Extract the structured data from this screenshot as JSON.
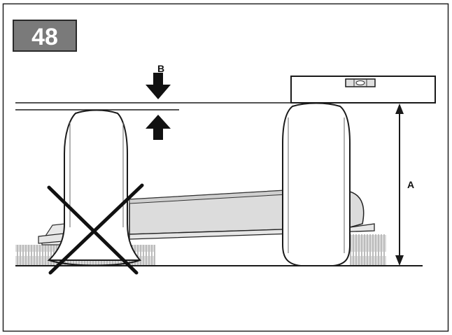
{
  "step": {
    "number": "48"
  },
  "labels": {
    "gap": "B",
    "height": "A"
  },
  "colors": {
    "frame": "#222222",
    "badge_fill": "#7a7a7a",
    "badge_border": "#2a2a2a",
    "line": "#1a1a1a",
    "cross": "#111111",
    "deck_fill": "#dcdcdc",
    "tire_fill": "#ffffff"
  },
  "icons": {
    "gap_arrows": "arrow-pair-icon",
    "incorrect_mark": "cross-icon",
    "level_tool": "spirit-level-icon"
  }
}
